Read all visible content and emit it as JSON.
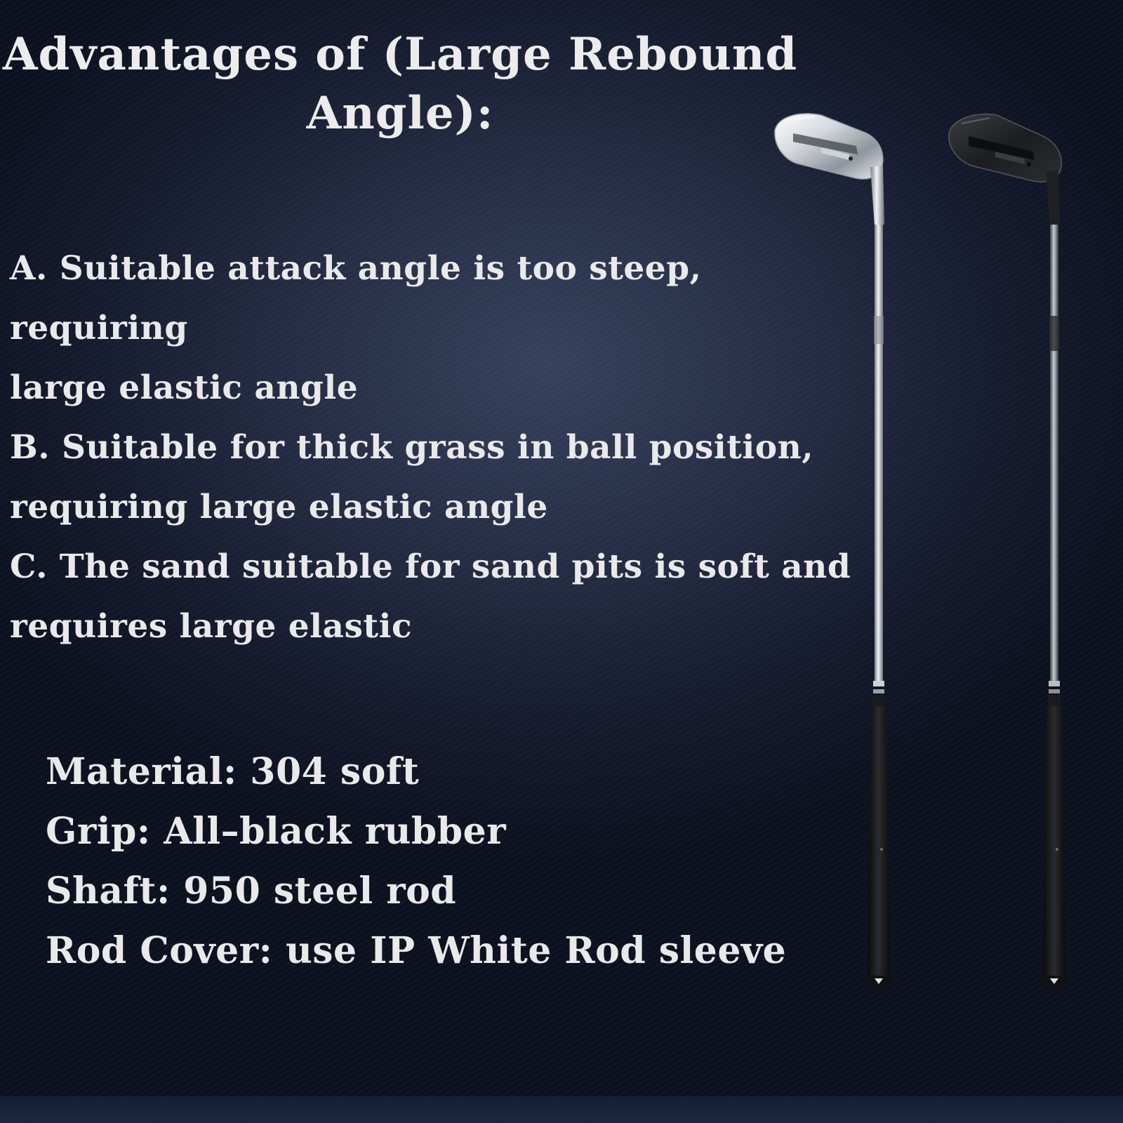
{
  "title": {
    "line1": "Advantages of (Large Rebound",
    "line2": "Angle):"
  },
  "advantages": [
    {
      "line1": "A. Suitable attack angle is too steep, requiring",
      "line2": "large elastic angle"
    },
    {
      "line1": "B. Suitable for thick grass in ball position,",
      "line2": "requiring large elastic angle"
    },
    {
      "line1": "C. The sand suitable for sand pits is soft and",
      "line2": "requires large elastic"
    }
  ],
  "specs": [
    {
      "label": "Material:",
      "value": "304 soft"
    },
    {
      "label": "Grip:",
      "value": "All–black rubber"
    },
    {
      "label": "Shaft:",
      "value": "950 steel rod"
    },
    {
      "label": "Rod Cover:",
      "value": "use IP White Rod sleeve"
    }
  ],
  "colors": {
    "background": "#1c2439",
    "text": "#e9e9ea",
    "chrome_head": "#d9dde2",
    "black_head": "#1e1f22"
  },
  "images": {
    "left_club": "chrome-golf-wedge",
    "right_club": "black-golf-wedge"
  }
}
